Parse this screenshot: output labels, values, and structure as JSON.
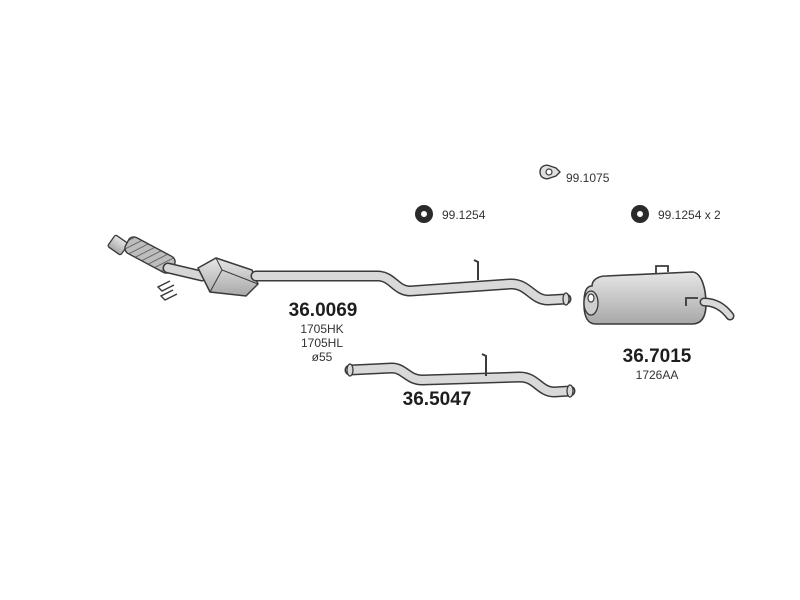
{
  "parts": {
    "catalytic_pipe": {
      "number": "36.0069",
      "refs": [
        "1705HK",
        "1705HL",
        "ø55"
      ]
    },
    "middle_pipe": {
      "number": "36.5047"
    },
    "rear_muffler": {
      "number": "36.7015",
      "refs": [
        "1726AA"
      ]
    }
  },
  "accessories": {
    "clamp": {
      "code": "99.1075",
      "icon": "clamp-icon"
    },
    "mount_front": {
      "code": "99.1254",
      "icon": "rubber-mount-icon"
    },
    "mount_rear": {
      "code": "99.1254 x 2",
      "icon": "rubber-mount-icon"
    }
  },
  "colors": {
    "part_fill": "#c9c9c9",
    "outline": "#3a3a3a"
  }
}
